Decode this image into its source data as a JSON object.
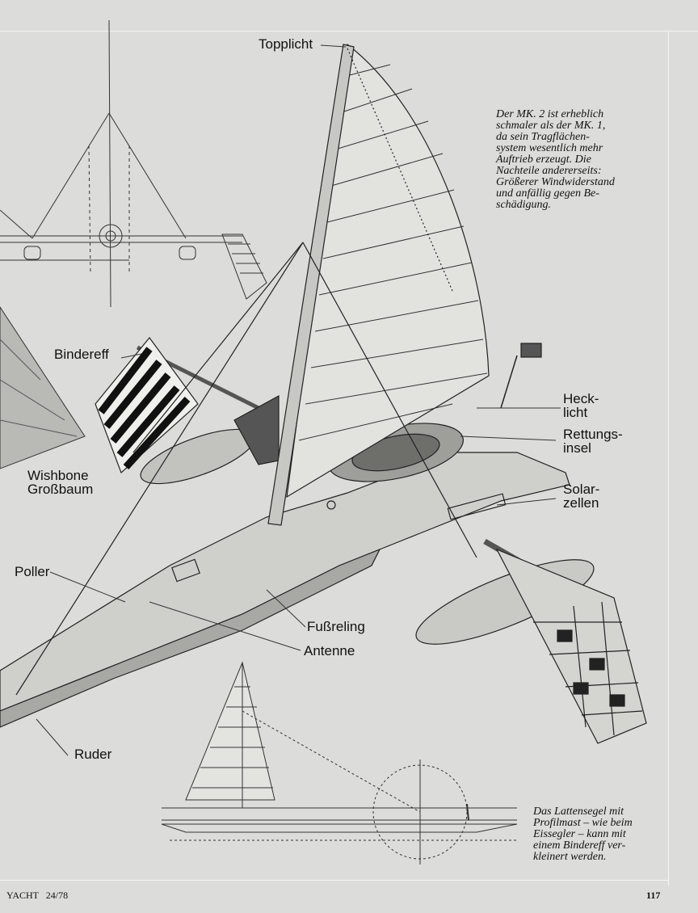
{
  "labels": {
    "topplicht": "Topplicht",
    "bindereff": "Bindereff",
    "wishbone": "Wishbone",
    "grossbaum": "Großbaum",
    "poller": "Poller",
    "fussreling": "Fußreling",
    "antenne": "Antenne",
    "ruder": "Ruder",
    "heck_1": "Heck-",
    "heck_2": "licht",
    "rettung_1": "Rettungs-",
    "rettung_2": "insel",
    "solar_1": "Solar-",
    "solar_2": "zellen"
  },
  "caption_top": [
    "Der MK. 2 ist erheblich",
    "schmaler als der MK. 1,",
    "da sein Tragflächen-",
    "system wesentlich mehr",
    "Auftrieb erzeugt. Die",
    "Nachteile andererseits:",
    "Größerer Windwiderstand",
    "und anfällig gegen Be-",
    "schädigung."
  ],
  "caption_bottom": [
    "Das Lattensegel mit",
    "Profilmast – wie beim",
    "Eissegler – kann mit",
    "einem Bindereff ver-",
    "kleinert werden."
  ],
  "footer": {
    "magazine": "YACHT",
    "issue": "24/78",
    "page_number": "117"
  }
}
